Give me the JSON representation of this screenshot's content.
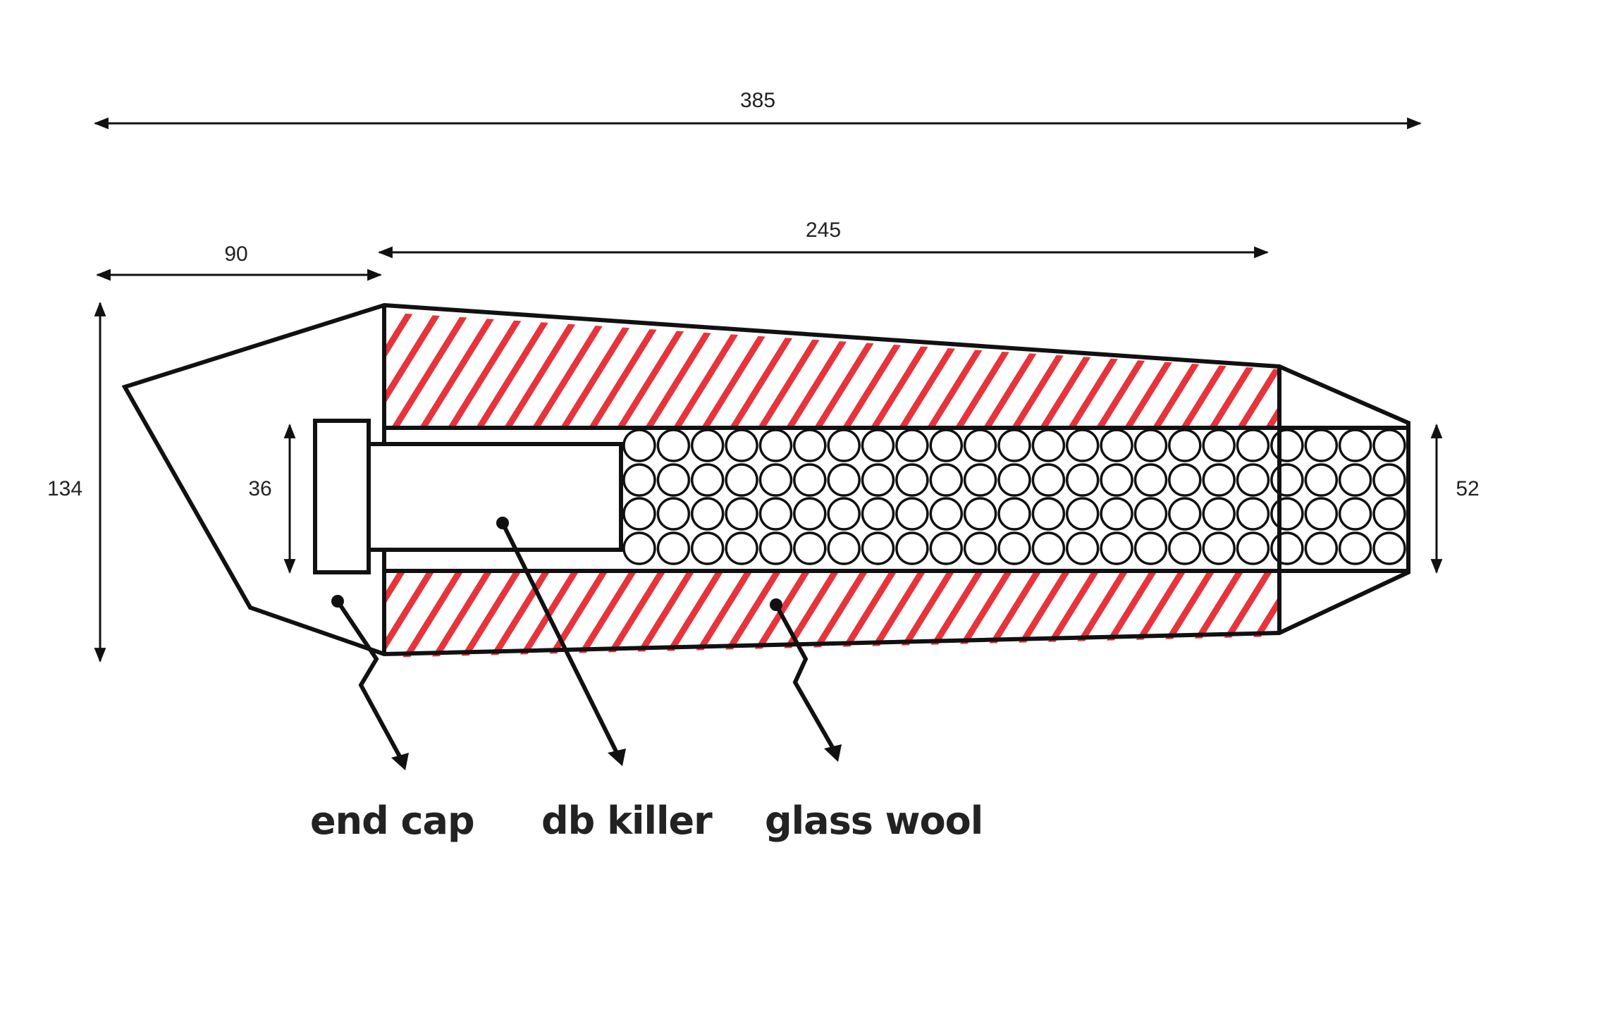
{
  "dimensions": {
    "overall_length": "385",
    "cone_length": "90",
    "body_length": "245",
    "overall_height": "134",
    "end_cap_height": "36",
    "outlet_height": "52"
  },
  "labels": {
    "end_cap": "end cap",
    "db_killer": "db killer",
    "glass_wool": "glass wool"
  },
  "colors": {
    "outline": "#111111",
    "hatch": "#e8333b",
    "text": "#222222",
    "background": "#ffffff"
  }
}
